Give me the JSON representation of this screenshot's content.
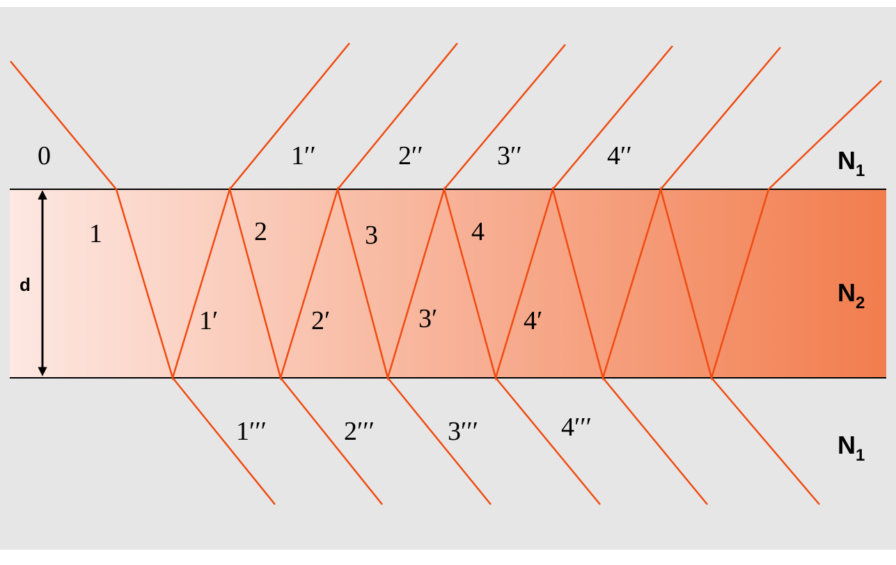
{
  "colors": {
    "background": "#e6e6e6",
    "film_gradient_start": "#fde8e2",
    "film_gradient_end": "#f27d4e",
    "ray": "#f04a10",
    "boundary": "#000000"
  },
  "media": {
    "top": {
      "letter": "N",
      "sub": "1"
    },
    "film": {
      "letter": "N",
      "sub": "2"
    },
    "bottom": {
      "letter": "N",
      "sub": "1"
    }
  },
  "thickness_label": "d",
  "ray_labels": {
    "incident": "0",
    "film_down": [
      "1",
      "2",
      "3",
      "4"
    ],
    "film_up": [
      "1′",
      "2′",
      "3′",
      "4′"
    ],
    "reflected": [
      "1′′",
      "2′′",
      "3′′",
      "4′′"
    ],
    "transmitted": [
      "1′′′",
      "2′′′",
      "3′′′",
      "4′′′"
    ]
  }
}
